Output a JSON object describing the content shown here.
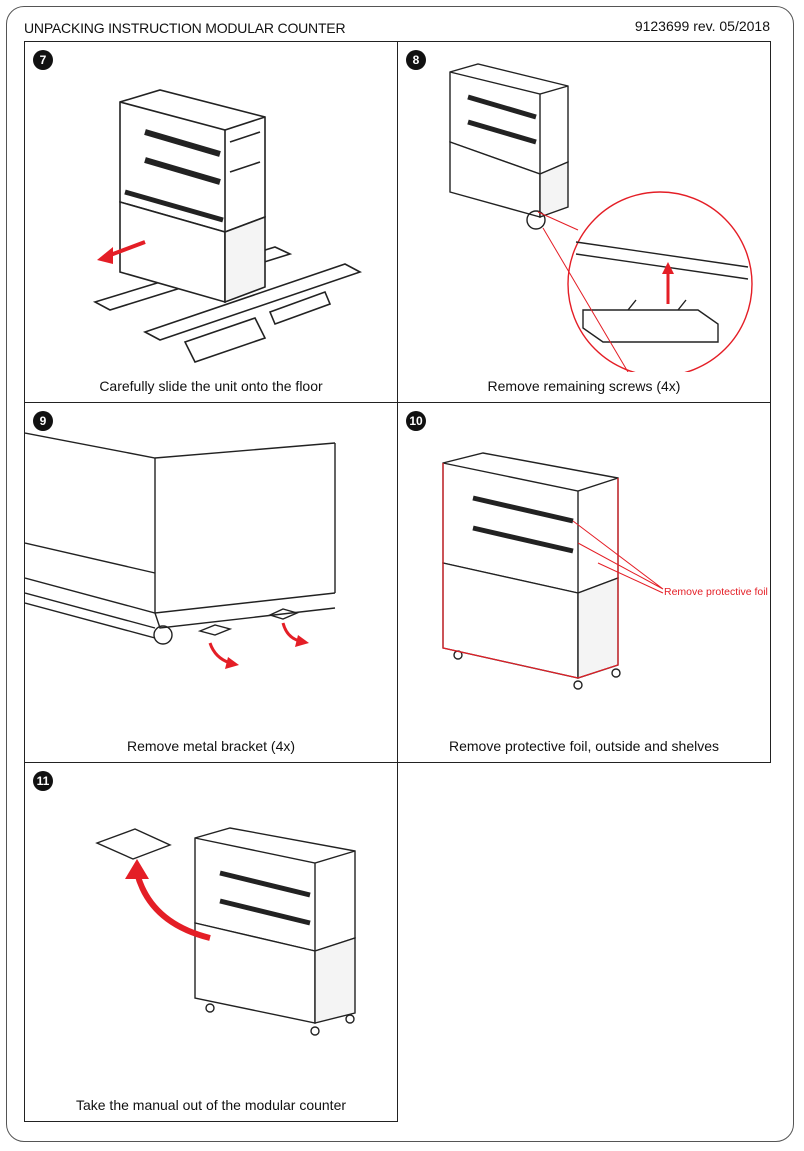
{
  "header": {
    "title": "UNPACKING INSTRUCTION MODULAR COUNTER",
    "doc_ref": "9123699 rev. 05/2018"
  },
  "steps": [
    {
      "number": "7",
      "caption": "Carefully slide the unit onto the floor"
    },
    {
      "number": "8",
      "caption": "Remove remaining screws (4x)"
    },
    {
      "number": "9",
      "caption": "Remove metal bracket (4x)"
    },
    {
      "number": "10",
      "caption": "Remove protective foil, outside and shelves",
      "callout": "Remove protective foil"
    },
    {
      "number": "11",
      "caption": "Take the manual out of the modular counter"
    }
  ],
  "colors": {
    "accent": "#e41e26",
    "line": "#222222"
  }
}
